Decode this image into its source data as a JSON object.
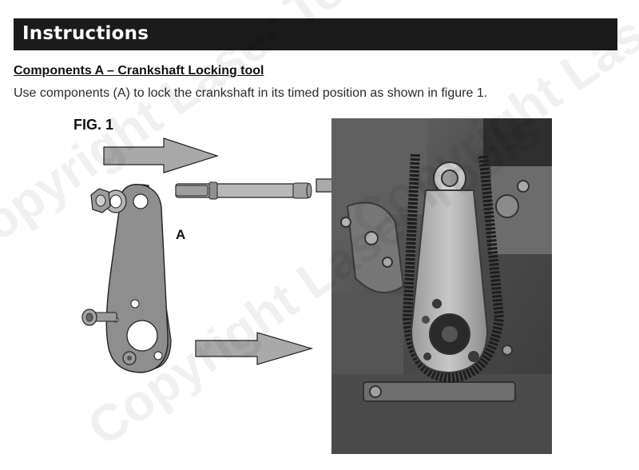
{
  "header": {
    "title": "Instructions"
  },
  "section": {
    "heading": "Components A – Crankshaft Locking tool",
    "body": "Use components (A) to lock the crankshaft in its timed position as shown in figure 1."
  },
  "figure": {
    "label": "FIG. 1",
    "part_label": "A"
  },
  "watermark": {
    "text": "Copyright Laser Tools"
  }
}
